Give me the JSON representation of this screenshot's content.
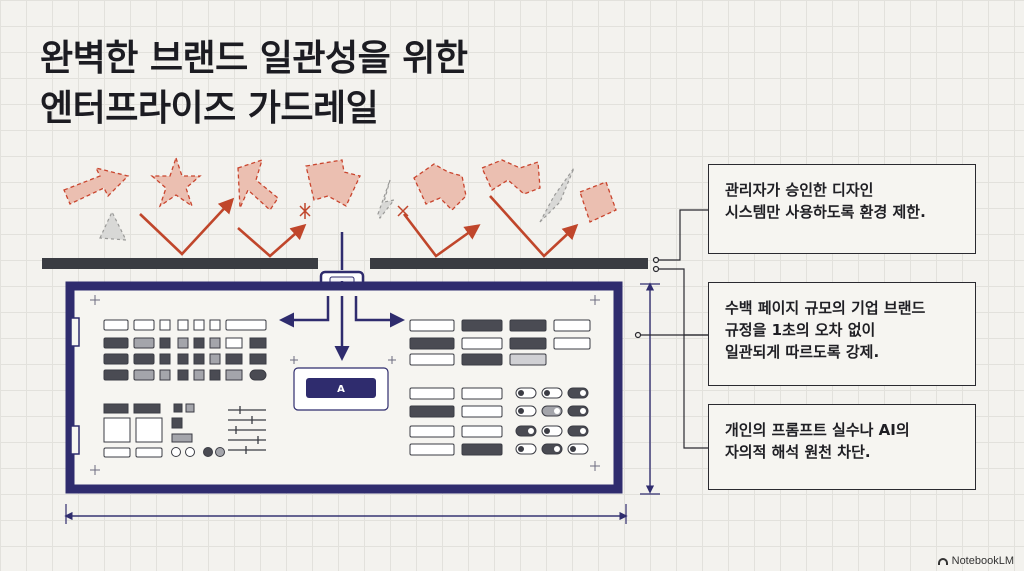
{
  "title": {
    "line1": "완벽한 브랜드 일관성을 위한",
    "line2": "엔터프라이즈 가드레일"
  },
  "gate_label": "A",
  "center_button_label": "A",
  "callouts": [
    {
      "line1": "관리자가 승인한 디자인",
      "line2": "시스템만 사용하도록 환경 제한."
    },
    {
      "line1": "수백 페이지 규모의 기업 브랜드",
      "line2": "규정을 1초의 오차 없이",
      "line3": "일관되게 따르도록 강제."
    },
    {
      "line1": "개인의 프롬프트 실수나 AI의",
      "line2": "자의적 해석 원천 차단."
    }
  ],
  "brand": "NotebookLM",
  "colors": {
    "navy": "#2f2c6e",
    "chaos": "#e8b4a6",
    "chaos_stroke": "#c9452e",
    "arrow": "#c0462b",
    "bar": "#3a3c42"
  }
}
